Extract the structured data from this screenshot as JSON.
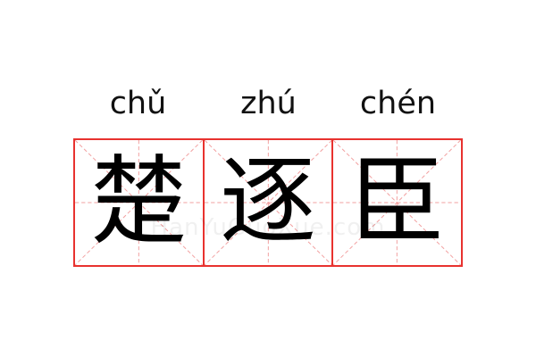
{
  "entries": [
    {
      "pinyin": "chǔ",
      "char": "楚"
    },
    {
      "pinyin": "zhú",
      "char": "逐"
    },
    {
      "pinyin": "chén",
      "char": "臣"
    }
  ],
  "watermark": "HanYuGuoXue.com",
  "colors": {
    "grid": "#e8322f",
    "guide": "#f2a0a0"
  }
}
